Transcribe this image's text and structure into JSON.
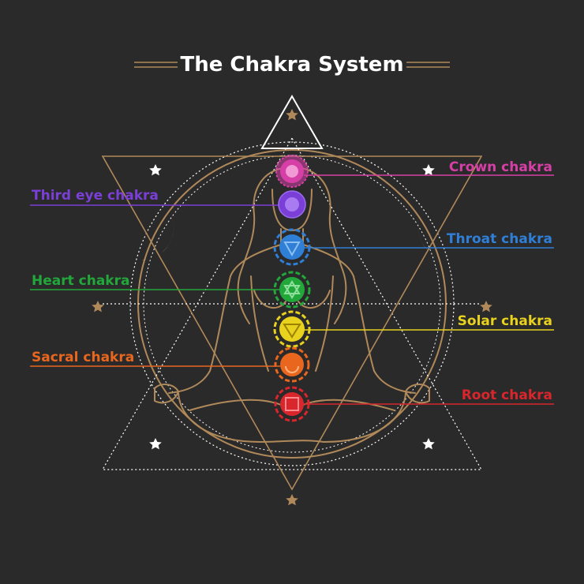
{
  "title": "The Chakra System",
  "colors": {
    "background": "#2b2a2b",
    "gold": "#b0895a",
    "white": "#ffffff",
    "crown": "#d63fa6",
    "third_eye": "#7a3fd6",
    "throat": "#2f7fd6",
    "heart": "#22a83a",
    "solar": "#e8d21e",
    "sacral": "#e8661e",
    "root": "#d8262c"
  },
  "chakras": [
    {
      "label": "Crown chakra",
      "color": "#d63fa6",
      "side": "right"
    },
    {
      "label": "Third eye chakra",
      "color": "#7a3fd6",
      "side": "left"
    },
    {
      "label": "Throat chakra",
      "color": "#2f7fd6",
      "side": "right"
    },
    {
      "label": "Heart chakra",
      "color": "#22a83a",
      "side": "left"
    },
    {
      "label": "Solar chakra",
      "color": "#e8d21e",
      "side": "right"
    },
    {
      "label": "Sacral chakra",
      "color": "#e8661e",
      "side": "left"
    },
    {
      "label": "Root chakra",
      "color": "#d8262c",
      "side": "right"
    }
  ]
}
